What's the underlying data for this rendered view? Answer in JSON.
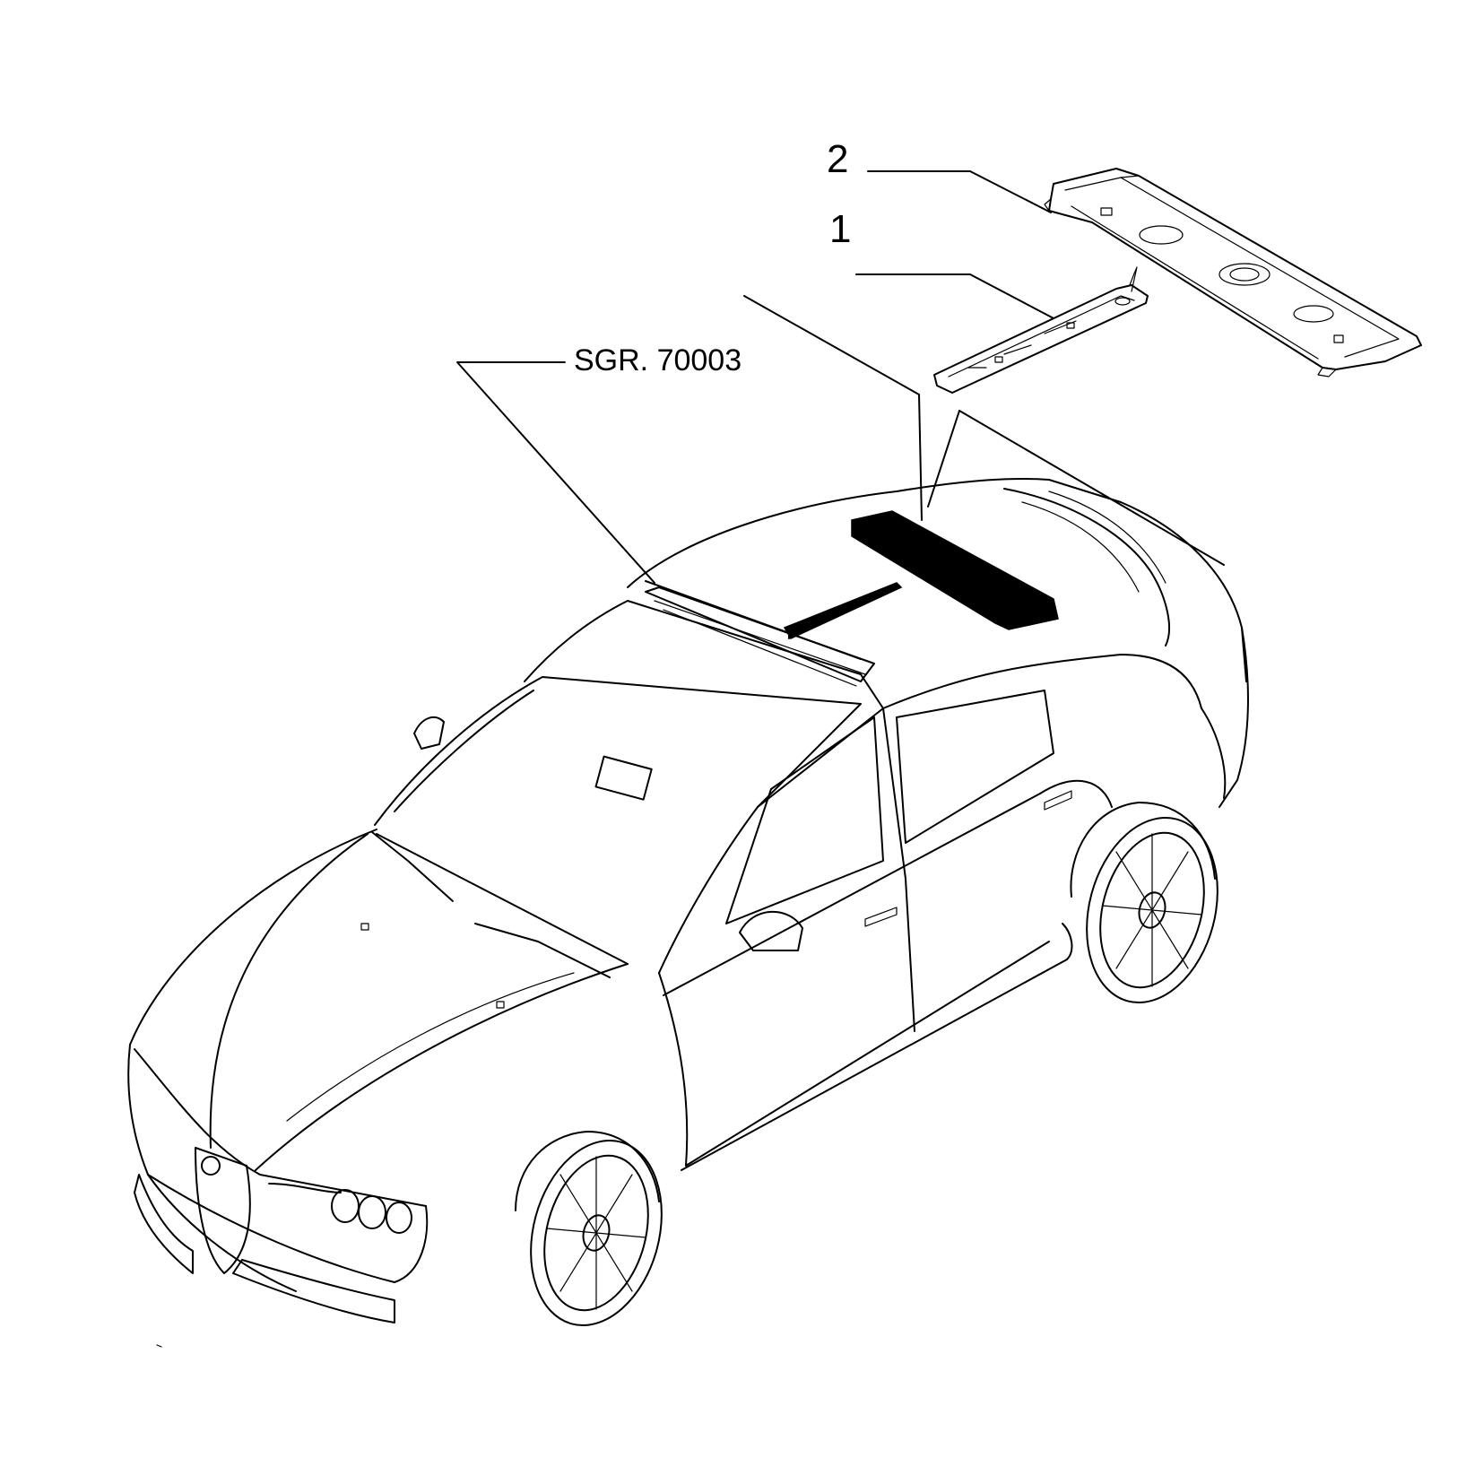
{
  "labels": {
    "part_1": "1",
    "part_2": "2",
    "group_ref": "SGR. 70003"
  },
  "colors": {
    "line": "#000000",
    "background": "#ffffff"
  }
}
